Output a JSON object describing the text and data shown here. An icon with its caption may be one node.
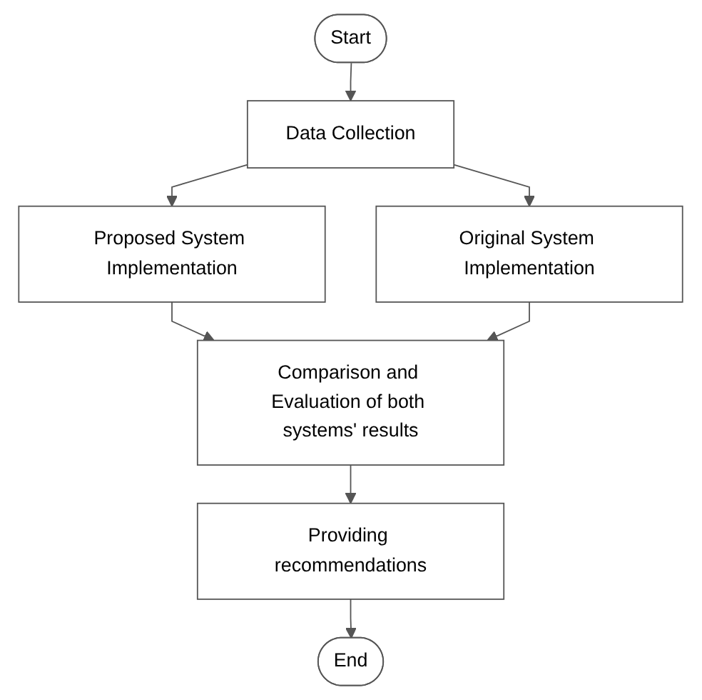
{
  "diagram": {
    "nodes": [
      {
        "text": [
          "Start"
        ]
      },
      {
        "text": [
          "Data Collection"
        ]
      },
      {
        "text": [
          "Proposed System Implementation"
        ]
      },
      {
        "text": [
          "Original System Implementation"
        ]
      },
      {
        "text": [
          "Comparison and Evaluation of both systems' results"
        ]
      },
      {
        "text": [
          "Providing recommendations"
        ]
      },
      {
        "text": [
          "End"
        ]
      }
    ],
    "edges": [
      {
        "from": 0,
        "to": 1,
        "arrow": "to"
      },
      {
        "from": 1,
        "to": 2,
        "arrow": "to"
      },
      {
        "from": 1,
        "to": 3,
        "arrow": "to"
      },
      {
        "from": 2,
        "to": 4,
        "arrow": "to"
      },
      {
        "from": 3,
        "to": 4,
        "arrow": "to"
      },
      {
        "from": 4,
        "to": 5,
        "arrow": "to"
      },
      {
        "from": 5,
        "to": 6,
        "arrow": "to"
      }
    ]
  }
}
